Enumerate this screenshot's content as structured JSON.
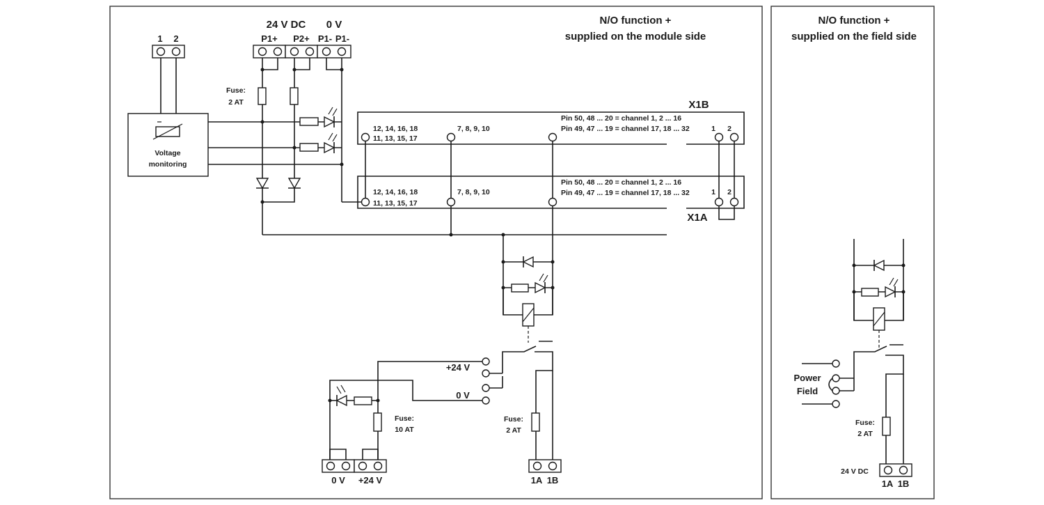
{
  "panels": {
    "module_side_title_1": "N/O function +",
    "module_side_title_2": "supplied on the module side",
    "field_side_title_1": "N/O function +",
    "field_side_title_2": "supplied on the field side"
  },
  "top_terminals": {
    "supply_label": "24 V DC",
    "zero_label": "0 V",
    "p1plus": "P1+",
    "p2plus": "P2+",
    "p1minus_a": "P1-",
    "p1minus_b": "P1-",
    "monitor_pin_1": "1",
    "monitor_pin_2": "2"
  },
  "voltage_monitoring": {
    "label_1": "Voltage",
    "label_2": "monitoring"
  },
  "fuses": {
    "top_fuse_1": "Fuse:",
    "top_fuse_2": "2 AT",
    "left_fuse_1": "Fuse:",
    "left_fuse_2": "10 AT",
    "mid_fuse_1": "Fuse:",
    "mid_fuse_2": "2 AT",
    "field_fuse_1": "Fuse:",
    "field_fuse_2": "2 AT"
  },
  "connector_x1b": {
    "name": "X1B",
    "pins_a": "12, 14, 16, 18",
    "pins_b": "11, 13, 15, 17",
    "pins_c": "7, 8, 9, 10",
    "channel_line_1": "Pin 50, 48 ... 20 = channel 1, 2 ... 16",
    "channel_line_2": "Pin 49, 47 ... 19 = channel 17, 18 ... 32",
    "pin_1": "1",
    "pin_2": "2"
  },
  "connector_x1a": {
    "name": "X1A",
    "pins_a": "12, 14, 16, 18",
    "pins_b": "11, 13, 15, 17",
    "pins_c": "7, 8, 9, 10",
    "channel_line_1": "Pin 50, 48 ... 20 = channel 1, 2 ... 16",
    "channel_line_2": "Pin 49, 47 ... 19 = channel 17, 18 ... 32",
    "pin_1": "1",
    "pin_2": "2"
  },
  "output_circuit": {
    "plus24": "+24 V",
    "zero": "0 V",
    "bottom_left_0v": "0 V",
    "bottom_left_24v": "+24 V",
    "out_1a": "1A",
    "out_1b": "1B"
  },
  "field_side": {
    "power_1": "Power",
    "power_2": "Field",
    "supply": "24 V DC",
    "out_1a": "1A",
    "out_1b": "1B"
  }
}
